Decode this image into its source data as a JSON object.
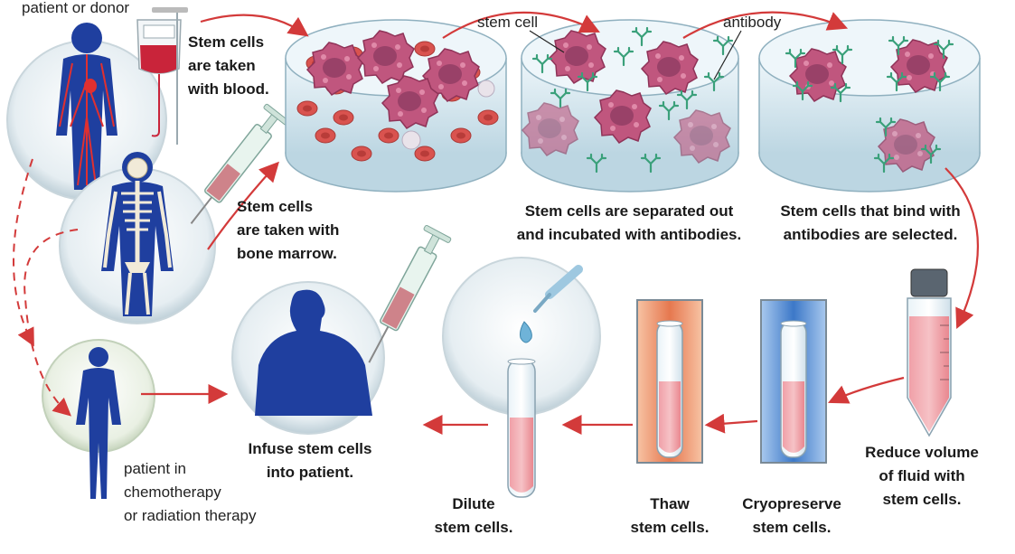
{
  "labels": {
    "patient_or_donor": "patient or donor",
    "stem_cells_blood": "Stem cells\nare taken\nwith blood.",
    "stem_cells_marrow": "Stem cells\nare taken with\nbone marrow.",
    "stem_cell": "stem cell",
    "antibody": "antibody",
    "separated": "Stem cells are separated out\nand incubated with antibodies.",
    "selected": "Stem cells that bind with\nantibodies are selected.",
    "reduce": "Reduce volume\nof fluid with\nstem cells.",
    "cryo": "Cryopreserve\nstem cells.",
    "thaw": "Thaw\nstem cells.",
    "dilute": "Dilute\nstem cells.",
    "infuse": "Infuse stem cells\ninto patient.",
    "patient_chemo": "patient in\nchemotherapy\nor radiation therapy"
  },
  "colors": {
    "arrow": "#d33a3a",
    "body_blue": "#1f3f9f",
    "stem_cell": "#c0567e",
    "red_cell": "#d9534f",
    "antibody": "#3aa07a",
    "dish": "#cfe6ee",
    "fluid": "#f0a0a8",
    "cryo_panel": "#3c78c8",
    "thaw_panel": "#e88a60"
  }
}
